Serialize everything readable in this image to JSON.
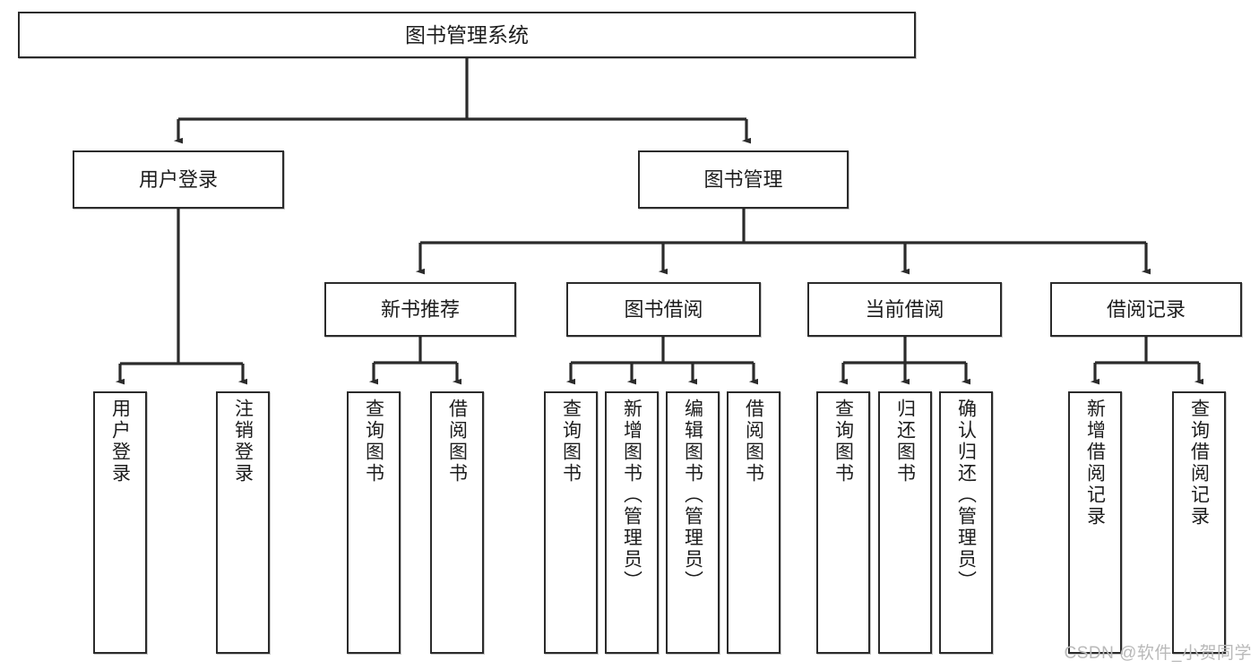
{
  "diagram": {
    "title": "图书管理系统",
    "type": "tree-hierarchy-diagram",
    "colors": {
      "box_border": "#2b2b2b",
      "box_fill": "#ffffff",
      "edge": "#2b2b2b",
      "text": "#1d1d1d",
      "watermark": "#b9b9b9"
    },
    "root": {
      "label": "图书管理系统"
    },
    "level2": [
      {
        "label": "用户登录"
      },
      {
        "label": "图书管理"
      }
    ],
    "level3": [
      {
        "label": "新书推荐"
      },
      {
        "label": "图书借阅"
      },
      {
        "label": "当前借阅"
      },
      {
        "label": "借阅记录"
      }
    ],
    "leaves": [
      {
        "label": "用户登录",
        "parent": "用户登录"
      },
      {
        "label": "注销登录",
        "parent": "用户登录"
      },
      {
        "label": "查询图书",
        "parent": "新书推荐"
      },
      {
        "label": "借阅图书",
        "parent": "新书推荐"
      },
      {
        "label": "查询图书",
        "parent": "图书借阅"
      },
      {
        "label": "新增图书（管理员）",
        "parent": "图书借阅"
      },
      {
        "label": "编辑图书（管理员）",
        "parent": "图书借阅"
      },
      {
        "label": "借阅图书",
        "parent": "图书借阅"
      },
      {
        "label": "查询图书",
        "parent": "当前借阅"
      },
      {
        "label": "归还图书",
        "parent": "当前借阅"
      },
      {
        "label": "确认归还（管理员）",
        "parent": "当前借阅"
      },
      {
        "label": "新增借阅记录",
        "parent": "借阅记录"
      },
      {
        "label": "查询借阅记录",
        "parent": "借阅记录"
      }
    ]
  },
  "watermark": {
    "text": "CSDN @软件_小贺同学"
  }
}
